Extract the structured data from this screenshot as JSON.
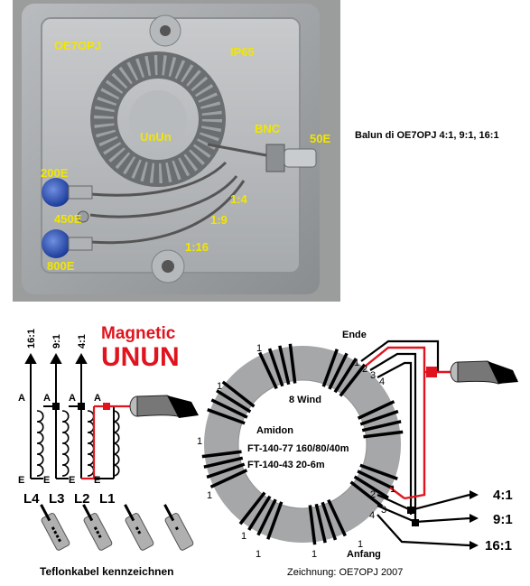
{
  "photo": {
    "callsign": "OE7OPJ",
    "rating": "IP65",
    "core_label": "UnUn",
    "connector": "BNC",
    "impedance_in": "50E",
    "out_200": "200E",
    "out_450": "450E",
    "out_800": "800E",
    "tap_1_4": "1:4",
    "tap_1_9": "1:9",
    "tap_1_16": "1:16"
  },
  "caption": "Balun di OE7OPJ 4:1, 9:1, 16:1",
  "schematic": {
    "title_line1": "Magnetic",
    "title_line2": "UNUN",
    "outputs": [
      "16:1",
      "9:1",
      "4:1"
    ],
    "coil_letter_a": "A",
    "coil_letter_e": "E",
    "coils": [
      "L4",
      "L3",
      "L2",
      "L1"
    ],
    "teflon_label": "Teflonkabel kennzeichnen"
  },
  "toroid": {
    "ende": "Ende",
    "anfang": "Anfang",
    "winding_count": "8 Wind",
    "brand": "Amidon",
    "core1": "FT-140-77  160/80/40m",
    "core2": "FT-140-43  20-6m",
    "turn_label": "1",
    "top_numbers": [
      "1",
      "2",
      "3",
      "4"
    ],
    "bottom_numbers": [
      "1",
      "2",
      "3",
      "4"
    ],
    "out_4": "4:1",
    "out_9": "9:1",
    "out_16": "16:1",
    "credit": "Zeichnung: OE7OPJ 2007"
  }
}
